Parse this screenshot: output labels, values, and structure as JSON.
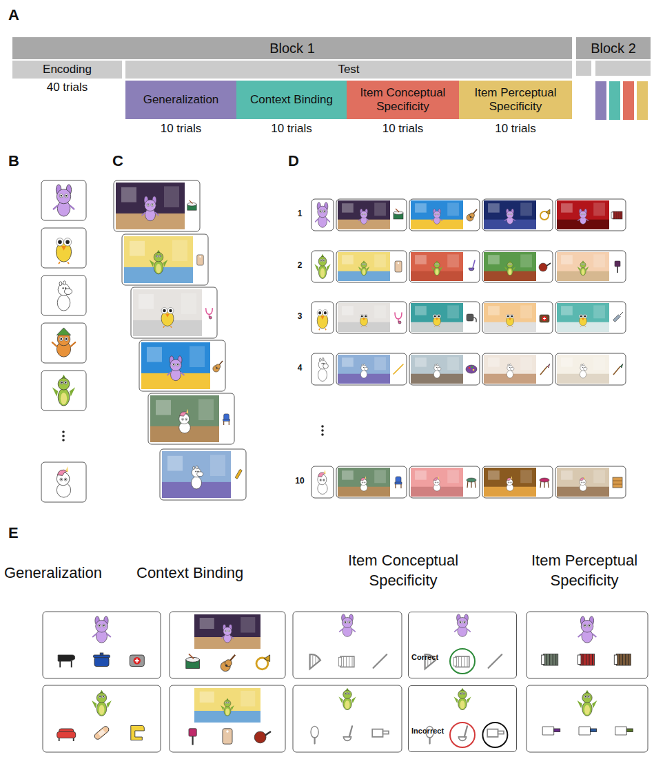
{
  "diagram": {
    "nodes": [
      {
        "text": [
          "Block 1"
        ]
      },
      {
        "text": [
          "Block 2"
        ]
      },
      {
        "text": [
          "Encoding"
        ]
      },
      {
        "text": [
          "Test"
        ]
      },
      {
        "text": [
          "Generalization"
        ]
      },
      {
        "text": [
          "Context Binding"
        ]
      },
      {
        "text": [
          "Item Conceptual Specificity"
        ]
      },
      {
        "text": [
          "Item Perceptual Specificity"
        ]
      },
      {
        "text": [
          "Correct"
        ]
      },
      {
        "text": [
          "Incorrect"
        ]
      }
    ],
    "labels": [
      "A",
      "40 trials",
      "10 trials",
      "10 trials",
      "10 trials",
      "10 trials",
      "B",
      "C",
      "D",
      "1",
      "2",
      "3",
      "4",
      "10",
      "E",
      "Generalization",
      "Context Binding",
      "Item Conceptual Specificity",
      "Item Perceptual Specificity"
    ]
  }
}
